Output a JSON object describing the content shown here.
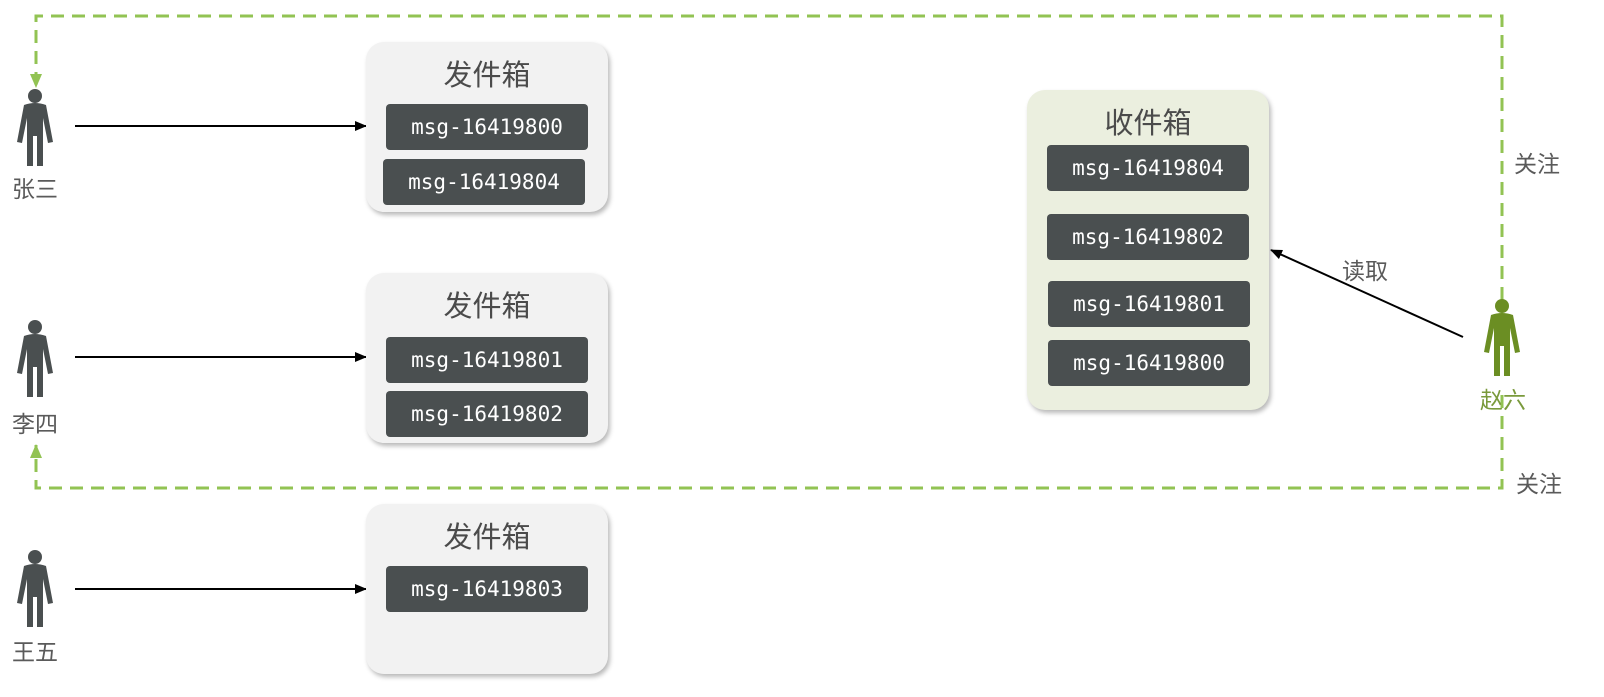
{
  "colors": {
    "person": "#4a4f50",
    "follower": "#6b8e23",
    "follow_line": "#92c353",
    "arrow": "#000000"
  },
  "users": [
    {
      "name": "张三"
    },
    {
      "name": "李四"
    },
    {
      "name": "王五"
    }
  ],
  "outboxes": [
    {
      "title": "发件箱",
      "messages": [
        "msg-16419800",
        "msg-16419804"
      ]
    },
    {
      "title": "发件箱",
      "messages": [
        "msg-16419801",
        "msg-16419802"
      ]
    },
    {
      "title": "发件箱",
      "messages": [
        "msg-16419803"
      ]
    }
  ],
  "inbox": {
    "title": "收件箱",
    "messages": [
      "msg-16419804",
      "msg-16419802",
      "msg-16419801",
      "msg-16419800"
    ]
  },
  "reader": {
    "name": "赵六"
  },
  "edges": {
    "read_label": "读取",
    "follow_label_top": "关注",
    "follow_label_bottom": "关注"
  }
}
